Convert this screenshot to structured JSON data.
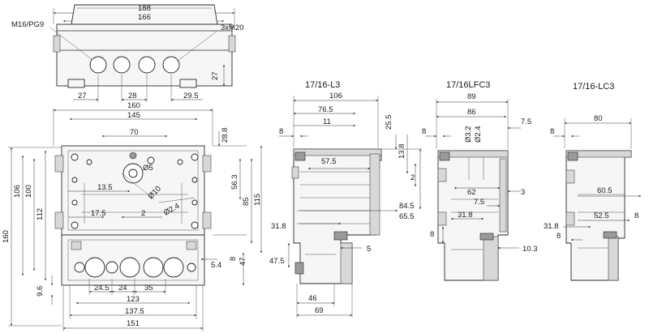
{
  "top_view": {
    "dims": [
      "188",
      "166",
      "27",
      "28",
      "29.5",
      "27"
    ],
    "callouts": [
      "M16/PG9",
      "3xM20"
    ]
  },
  "front_view": {
    "dims": [
      "160",
      "145",
      "70",
      "28.8",
      "56.3",
      "13.5",
      "Ø5",
      "Ø10",
      "17.5",
      "2",
      "Ø2.4",
      "85",
      "115",
      "106",
      "100",
      "112",
      "160",
      "8",
      "47",
      "5.4",
      "9.6",
      "24.5",
      "24",
      "35",
      "123",
      "137.5",
      "151"
    ]
  },
  "section_l3": {
    "title": "17/16-L3",
    "dims": [
      "106",
      "76.5",
      "8",
      "11",
      "25.5",
      "13.8",
      "57.5",
      "2",
      "84.5",
      "65.5",
      "31.8",
      "5",
      "47.5",
      "46",
      "69"
    ]
  },
  "section_lfc3": {
    "title": "17/16LFC3",
    "dims": [
      "89",
      "86",
      "8",
      "Ø3.2",
      "Ø2.4",
      "7.5",
      "62",
      "3",
      "7.5",
      "31.8",
      "8",
      "10.3"
    ]
  },
  "section_lc3": {
    "title": "17/16-LC3",
    "dims": [
      "80",
      "8",
      "60.5",
      "52.5",
      "8",
      "31.8",
      "8"
    ]
  }
}
